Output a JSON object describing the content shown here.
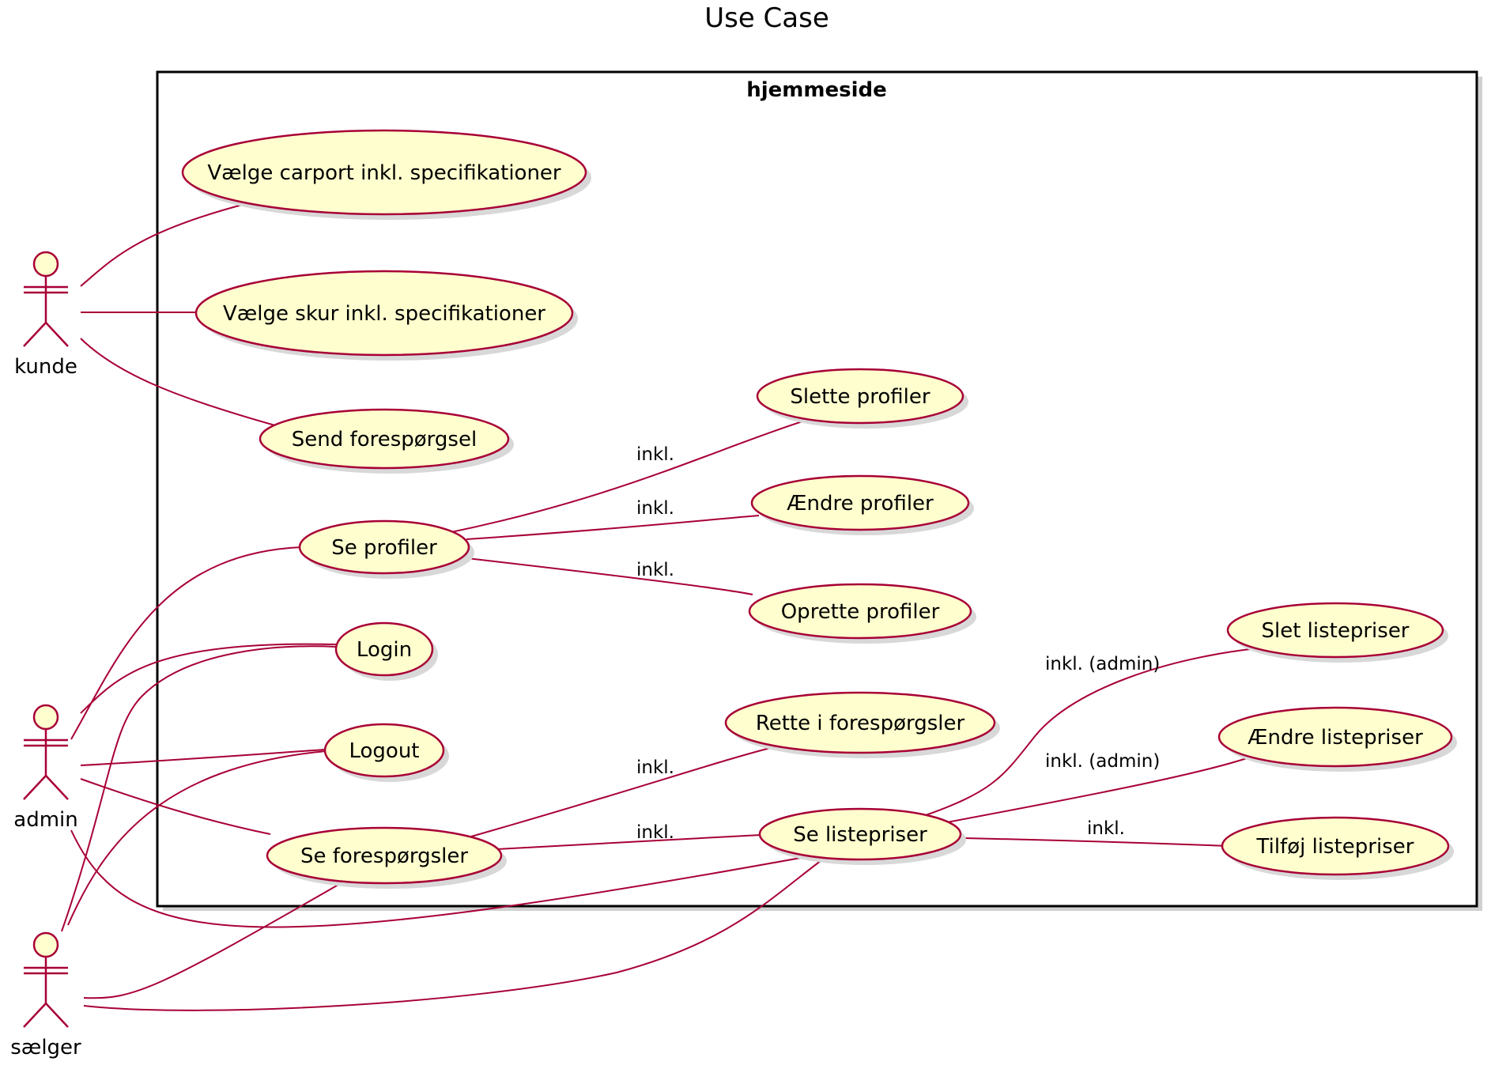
{
  "title": "Use Case",
  "package": {
    "label": "hjemmeside"
  },
  "actors": {
    "kunde": "kunde",
    "admin": "admin",
    "saelger": "sælger"
  },
  "usecases": {
    "valge_carport": "Vælge carport inkl. specifikationer",
    "valge_skur": "Vælge skur inkl. specifikationer",
    "send_foresporgsel": "Send forespørgsel",
    "se_profiler": "Se profiler",
    "slette_profiler": "Slette profiler",
    "aendre_profiler": "Ændre profiler",
    "oprette_profiler": "Oprette profiler",
    "login": "Login",
    "logout": "Logout",
    "se_foresporgsler": "Se forespørgsler",
    "rette_foresporgsler": "Rette i forespørgsler",
    "se_listepriser": "Se listepriser",
    "slet_listepriser": "Slet listepriser",
    "aendre_listepriser": "Ændre listepriser",
    "tilfoj_listepriser": "Tilføj listepriser"
  },
  "edge_labels": {
    "incl": "inkl.",
    "incl_admin": "inkl. (admin)"
  },
  "colors": {
    "usecase_fill": "#FEFECE",
    "stroke": "#A80036",
    "package_border": "#000000"
  }
}
